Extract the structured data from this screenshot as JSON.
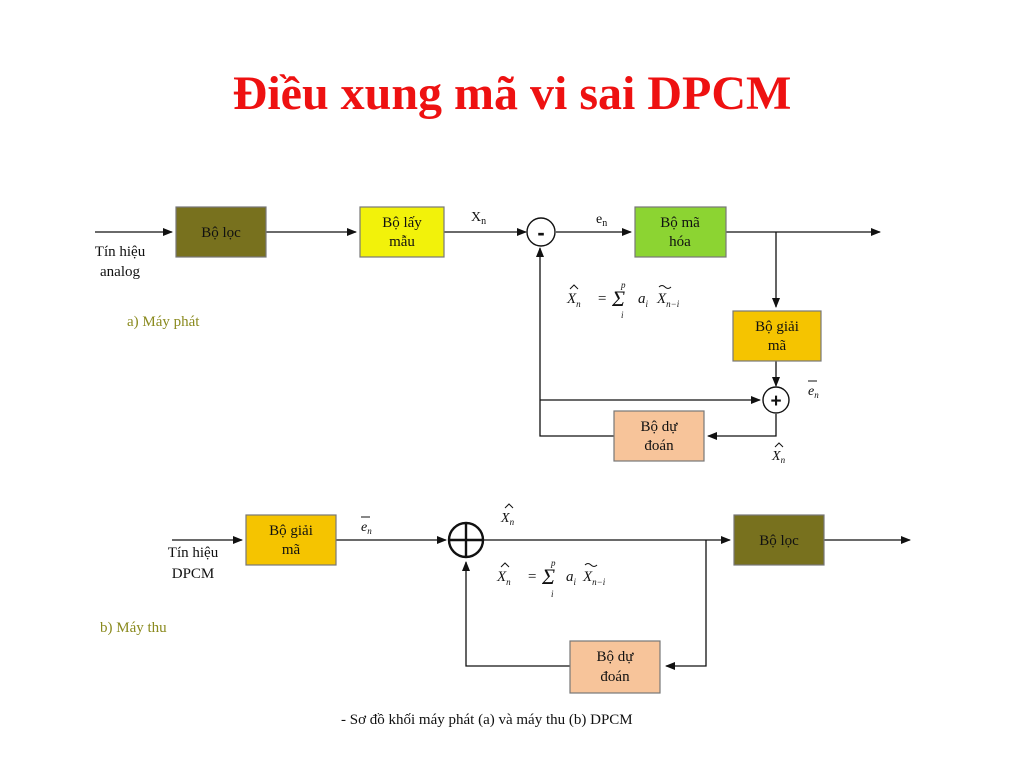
{
  "title": "Điều xung mã vi sai DPCM",
  "transmitter": {
    "input_label_line1": "Tín hiệu",
    "input_label_line2": "analog",
    "filter": "Bộ lọc",
    "sampler_line1": "Bộ lấy",
    "sampler_line2": "mẫu",
    "xn": "X",
    "xn_sub": "n",
    "minus": "-",
    "en": "e",
    "en_sub": "n",
    "encoder_line1": "Bộ mã",
    "encoder_line2": "hóa",
    "decoder_line1": "Bộ giải",
    "decoder_line2": "mã",
    "plus": "+",
    "predictor_line1": "Bộ dự",
    "predictor_line2": "đoán",
    "caption": "a) Máy phát"
  },
  "receiver": {
    "input_label_line1": "Tín hiệu",
    "input_label_line2": "DPCM",
    "decoder_line1": "Bộ giải",
    "decoder_line2": "mã",
    "filter": "Bộ lọc",
    "predictor_line1": "Bộ dự",
    "predictor_line2": "đoán",
    "caption": "b) Máy thu"
  },
  "math": {
    "X": "X",
    "e": "e",
    "n": "n",
    "equals": "=",
    "sigma": "Σ",
    "p": "p",
    "i": "i",
    "a": "a",
    "n_minus_i": "n−i"
  },
  "figure_caption": "- Sơ đồ khối máy phát (a) và máy thu (b) DPCM",
  "colors": {
    "title": "#ee1111",
    "filter_box": "#78711e",
    "sampler_box": "#f2f20a",
    "encoder_box": "#8cd432",
    "decoder_box": "#f5c400",
    "predictor_box": "#f7c49a",
    "caption": "#8a8a1e"
  }
}
